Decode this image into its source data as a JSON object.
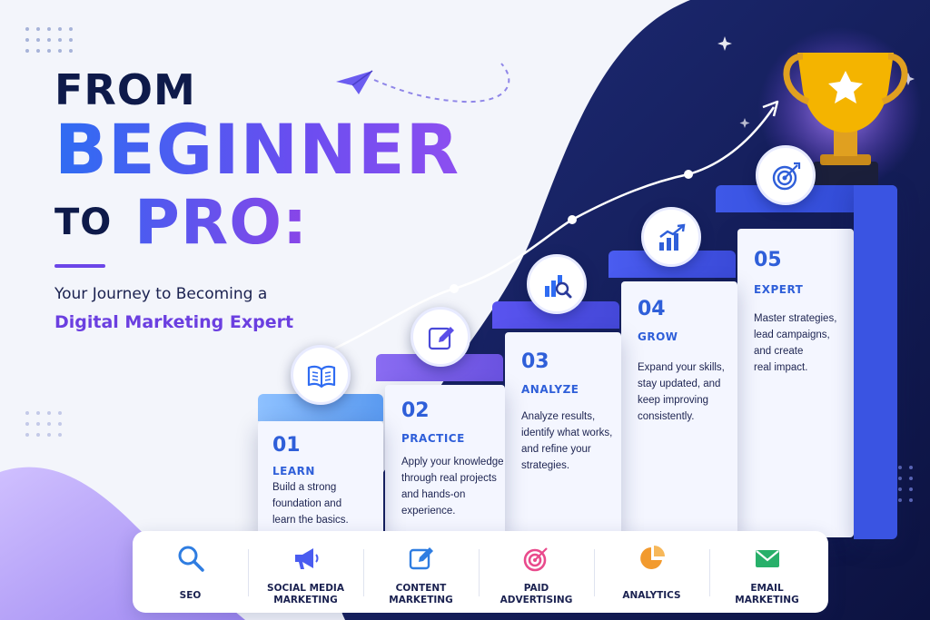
{
  "headline": {
    "line1": "FROM",
    "line2": "BEGINNER",
    "line3a": "TO",
    "line3b": "PRO:",
    "subtitle1": "Your Journey to Becoming a",
    "subtitle2": "Digital Marketing Expert"
  },
  "steps": [
    {
      "number": "01",
      "title": "LEARN",
      "lines": [
        "Build a strong",
        "foundation and",
        "learn the basics."
      ],
      "icon": "book-icon"
    },
    {
      "number": "02",
      "title": "PRACTICE",
      "lines": [
        "Apply your knowledge",
        "through real projects",
        "and hands-on",
        "experience."
      ],
      "icon": "edit-icon"
    },
    {
      "number": "03",
      "title": "ANALYZE",
      "lines": [
        "Analyze results,",
        "identify what works,",
        "and refine your",
        "strategies."
      ],
      "icon": "chart-search-icon"
    },
    {
      "number": "04",
      "title": "GROW",
      "lines": [
        "Expand your skills,",
        "stay updated, and",
        "keep improving",
        "consistently."
      ],
      "icon": "growth-chart-icon"
    },
    {
      "number": "05",
      "title": "EXPERT",
      "lines": [
        "Master strategies,",
        "lead campaigns,",
        "and create",
        "real impact."
      ],
      "icon": "target-icon"
    }
  ],
  "categories": [
    {
      "label1": "SEO",
      "label2": "",
      "icon": "search-icon",
      "color": "#2f7de1"
    },
    {
      "label1": "SOCIAL MEDIA",
      "label2": "MARKETING",
      "icon": "megaphone-icon",
      "color": "#4a5cf0"
    },
    {
      "label1": "CONTENT",
      "label2": "MARKETING",
      "icon": "edit-icon",
      "color": "#2f7de1"
    },
    {
      "label1": "PAID",
      "label2": "ADVERTISING",
      "icon": "target-icon",
      "color": "#e94a8c"
    },
    {
      "label1": "ANALYTICS",
      "label2": "",
      "icon": "pie-chart-icon",
      "color": "#f29a2e"
    },
    {
      "label1": "EMAIL",
      "label2": "MARKETING",
      "icon": "mail-icon",
      "color": "#28b06a"
    }
  ],
  "colors": {
    "navy": "#141f5c",
    "blue": "#2f6cf2",
    "purple": "#6b3fe0",
    "gold": "#f4b400"
  }
}
